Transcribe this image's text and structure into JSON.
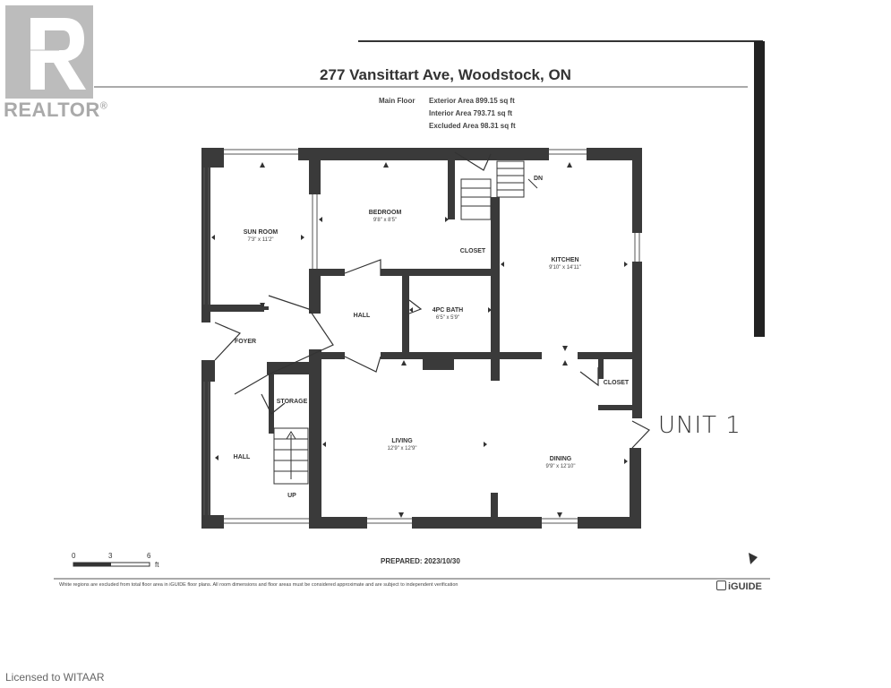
{
  "header": {
    "address": "277 Vansittart Ave, Woodstock, ON",
    "floor_label": "Main Floor",
    "exterior_area": "Exterior Area 899.15 sq ft",
    "interior_area": "Interior Area 793.71 sq ft",
    "excluded_area": "Excluded Area 98.31 sq ft"
  },
  "logo": {
    "text": "REALTOR",
    "mark": "®"
  },
  "rooms": {
    "sunroom": {
      "name": "SUN ROOM",
      "dims": "7'3\" x 11'2\""
    },
    "bedroom": {
      "name": "BEDROOM",
      "dims": "9'8\" x 8'5\""
    },
    "kitchen": {
      "name": "KITCHEN",
      "dims": "9'10\" x 14'11\""
    },
    "closet_top": {
      "name": "CLOSET"
    },
    "bath": {
      "name": "4PC BATH",
      "dims": "6'5\" x 5'9\""
    },
    "hall_center": {
      "name": "HALL"
    },
    "foyer": {
      "name": "FOYER"
    },
    "storage": {
      "name": "STORAGE"
    },
    "hall_left": {
      "name": "HALL"
    },
    "living": {
      "name": "LIVING",
      "dims": "12'9\" x 12'9\""
    },
    "dining": {
      "name": "DINING",
      "dims": "9'9\" x 12'10\""
    },
    "closet_right": {
      "name": "CLOSET"
    },
    "stairs_down": "DN",
    "stairs_up": "UP"
  },
  "scale": {
    "ticks": [
      "0",
      "3",
      "6"
    ],
    "unit": "ft"
  },
  "footer": {
    "prepared": "PREPARED: 2023/10/30",
    "disclaimer": "White regions are excluded from total floor area in iGUIDE floor plans. All room dimensions and floor areas must be considered approximate and are subject to independent verification",
    "brand": "iGUIDE"
  },
  "annotation": "UNIT 1",
  "watermark": "Licensed to WITAAR"
}
